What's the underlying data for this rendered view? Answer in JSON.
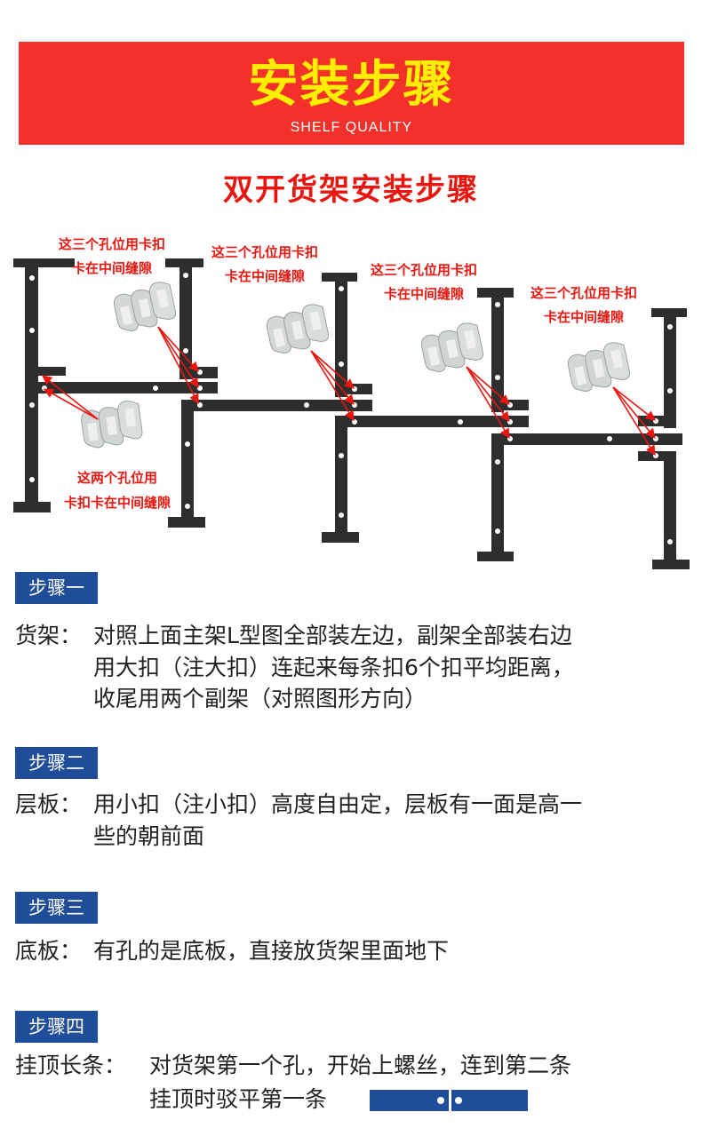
{
  "banner": {
    "title": "安装步骤",
    "subtitle": "SHELF QUALITY"
  },
  "section_title": "双开货架安装步骤",
  "diagram": {
    "labels": [
      {
        "line1": "这三个孔位用卡扣",
        "line2": "卡在中间缝隙"
      },
      {
        "line1": "这三个孔位用卡扣",
        "line2": "卡在中间缝隙"
      },
      {
        "line1": "这三个孔位用卡扣",
        "line2": "卡在中间缝隙"
      },
      {
        "line1": "这三个孔位用卡扣",
        "line2": "卡在中间缝隙"
      },
      {
        "line1": "这两个孔位用",
        "line2": "卡扣卡在中间缝隙"
      }
    ]
  },
  "steps": [
    {
      "badge": "步骤一",
      "label": "货架：",
      "lines": [
        "对照上面主架L型图全部装左边，副架全部装右边",
        "用大扣（注大扣）连起来每条扣6个扣平均距离，",
        "收尾用两个副架（对照图形方向）"
      ]
    },
    {
      "badge": "步骤二",
      "label": "层板：",
      "lines": [
        "用小扣（注小扣）高度自由定，层板有一面是高一",
        "些的朝前面"
      ]
    },
    {
      "badge": "步骤三",
      "label": "底板：",
      "lines": [
        "有孔的是底板，直接放货架里面地下"
      ]
    },
    {
      "badge": "步骤四",
      "label": "挂顶长条：",
      "lines": [
        "对货架第一个孔，开始上螺丝，连到第二条",
        "挂顶时驳平第一条"
      ]
    }
  ],
  "colors": {
    "banner_bg": "#f4302a",
    "banner_title": "#ffee00",
    "accent_red": "#e8160f",
    "badge_blue": "#1f4d9a",
    "steel": "#2e2e2e",
    "clip": "#cfd4d4"
  }
}
